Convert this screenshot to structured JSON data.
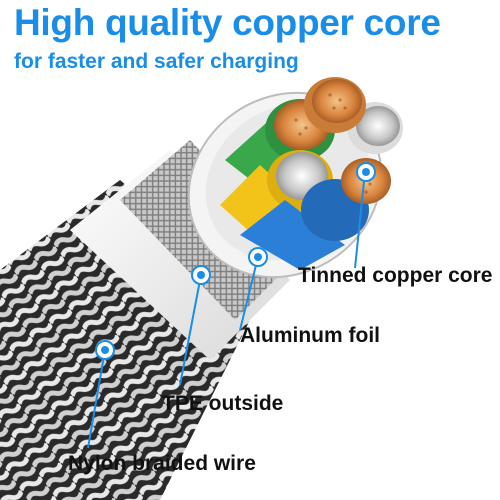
{
  "header": {
    "title": "High quality copper core",
    "subtitle": "for faster and safer charging"
  },
  "callouts": {
    "tinned_copper_core": "Tinned copper core",
    "aluminum_foil": "Aluminum foil",
    "tpe_outside": "TPE outside",
    "nylon_braided_wire": "Nylon braided wire"
  },
  "colors": {
    "accent": "#1a8ee6",
    "label_text": "#111111",
    "copper": "#d9853f",
    "green_insulation": "#3aa84a",
    "yellow_insulation": "#f2c41a",
    "blue_insulation": "#2c7fd6",
    "braid_dark": "#2a2a2a",
    "braid_light": "#e6e6e6"
  }
}
